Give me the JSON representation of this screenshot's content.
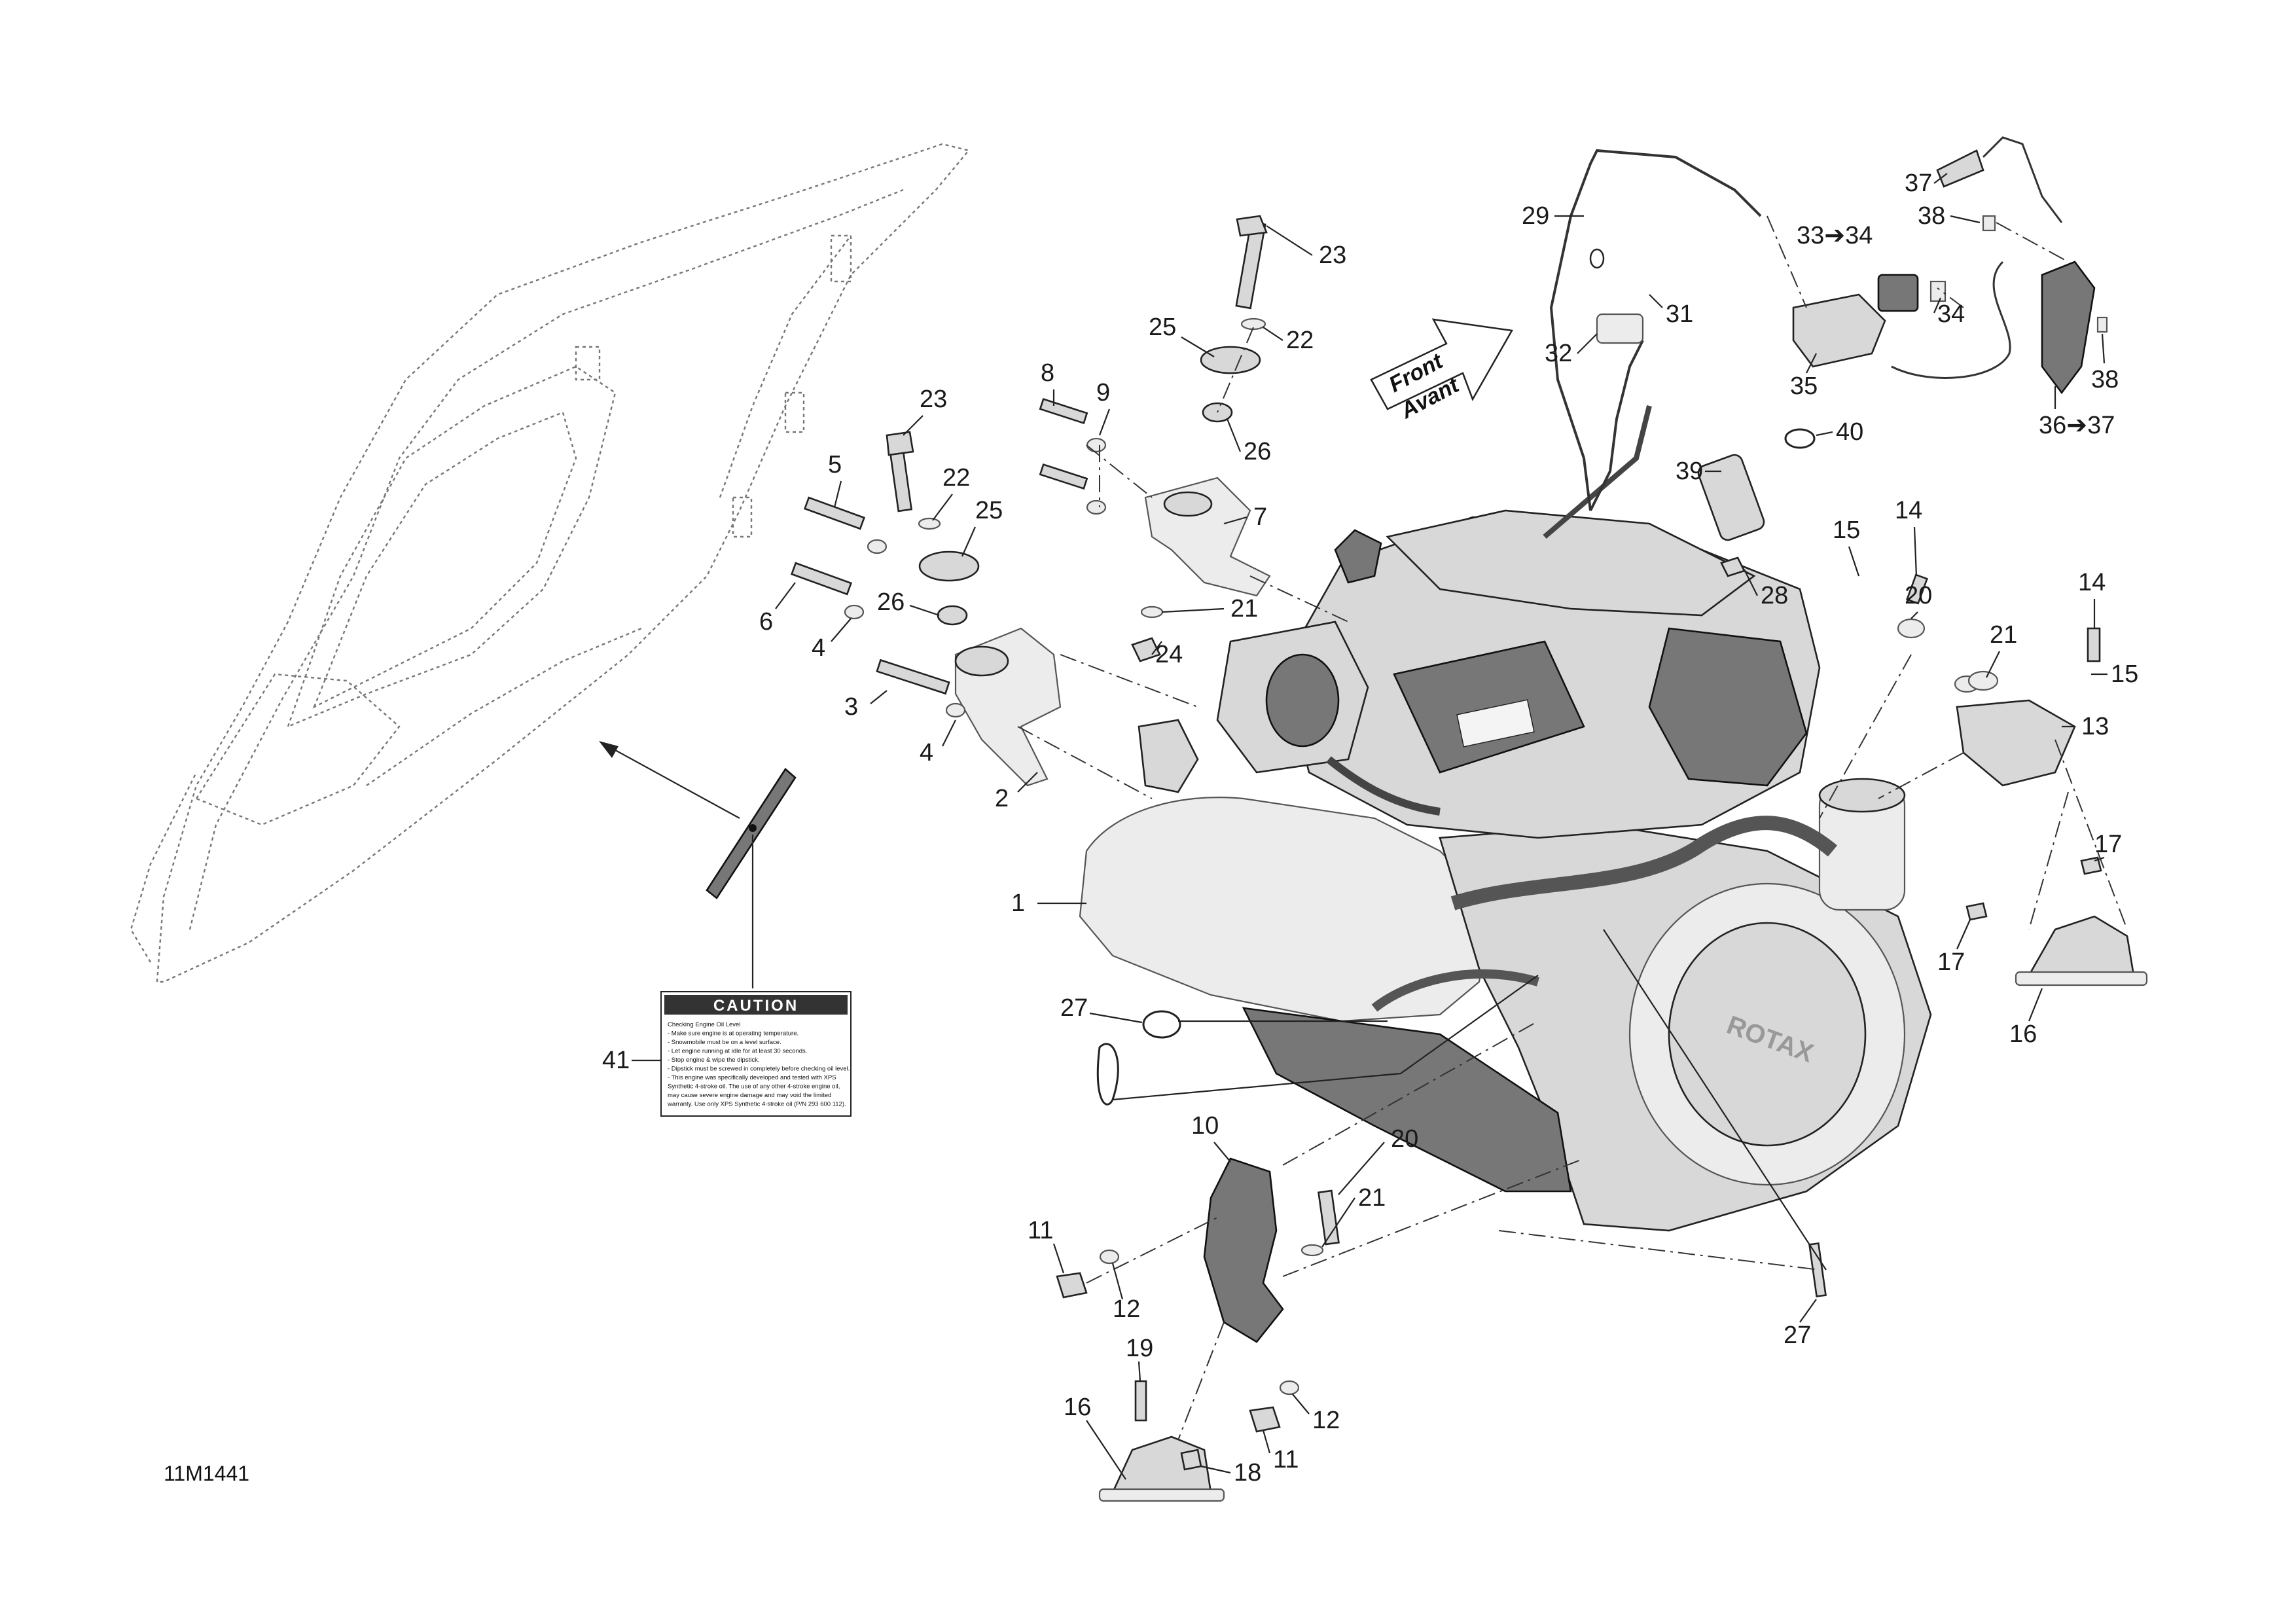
{
  "drawing_id": "11M1441",
  "front_arrow": {
    "line1": "Front",
    "line2": "Avant"
  },
  "caution_label": {
    "title": "CAUTION",
    "lines": [
      "Checking Engine Oil Level",
      "- Make sure engine is at operating temperature.",
      "- Snowmobile must be on a level surface.",
      "- Let engine running at idle for at least 30 seconds.",
      "- Stop engine & wipe the dipstick.",
      "- Dipstick must be screwed in completely before checking oil level.",
      "- This engine was specifically developed and tested with XPS",
      "  Synthetic 4-stroke oil. The use of any other 4-stroke engine oil,",
      "  may cause severe engine damage and may void the limited",
      "  warranty. Use only XPS Synthetic 4-stroke oil (P/N 293 600 112)."
    ]
  },
  "callouts": [
    "1",
    "2",
    "3",
    "4",
    "4",
    "5",
    "6",
    "7",
    "8",
    "9",
    "10",
    "11",
    "11",
    "12",
    "12",
    "13",
    "14",
    "14",
    "15",
    "15",
    "16",
    "16",
    "17",
    "17",
    "18",
    "19",
    "20",
    "20",
    "21",
    "21",
    "21",
    "22",
    "22",
    "23",
    "23",
    "24",
    "25",
    "25",
    "26",
    "26",
    "27",
    "27",
    "28",
    "29",
    "31",
    "32",
    "33➔34",
    "34",
    "35",
    "36➔37",
    "37",
    "38",
    "38",
    "39",
    "40",
    "41"
  ]
}
